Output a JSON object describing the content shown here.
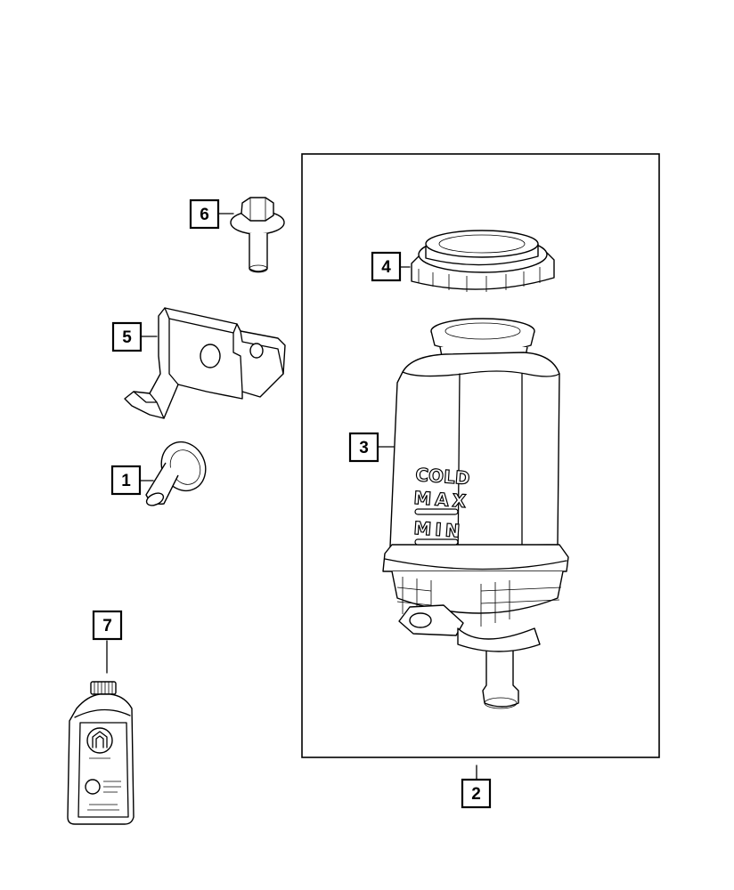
{
  "callouts": {
    "c1": "1",
    "c2": "2",
    "c3": "3",
    "c4": "4",
    "c5": "5",
    "c6": "6",
    "c7": "7"
  },
  "reservoir_markings": {
    "cold": "COLD",
    "max": "MAX",
    "min": "MIN"
  },
  "colors": {
    "line": "#000000",
    "background": "#ffffff"
  }
}
